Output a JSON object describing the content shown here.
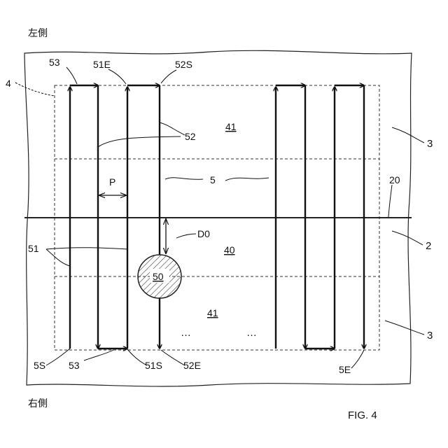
{
  "side_labels": {
    "top": "左側",
    "bottom": "右側"
  },
  "caption": "FIG. 4",
  "labels": {
    "l53_top": "53",
    "l51E": "51E",
    "l52S": "52S",
    "l4": "4",
    "l41_top": "41",
    "l52": "52",
    "l3_top": "3",
    "lP": "P",
    "l5": "5",
    "l20": "20",
    "l2": "2",
    "lD0": "D0",
    "l40": "40",
    "l51": "51",
    "l50": "50",
    "l41_bottom": "41",
    "l3_bottom": "3",
    "dots_left": "…",
    "dots_right": "…",
    "l5S": "5S",
    "l53_bottom": "53",
    "l51S": "51S",
    "l52E": "52E",
    "l5E": "5E"
  }
}
